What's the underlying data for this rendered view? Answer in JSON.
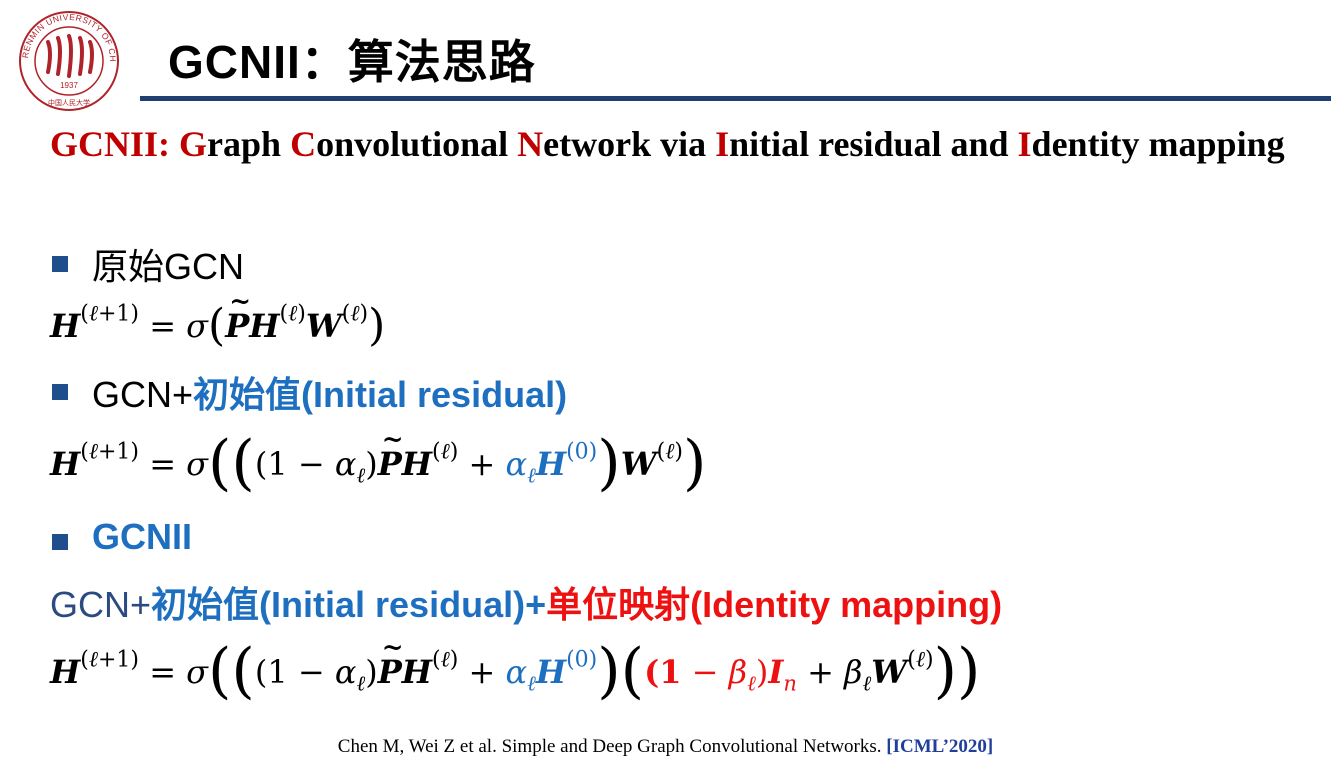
{
  "header": {
    "title": "GCNII：算法思路",
    "logo": {
      "icon": "university-seal-icon",
      "ring_text": "RENMIN UNIVERSITY OF CHINA",
      "year": "1937",
      "bottom_text": "中国人民大学",
      "color": "#b0232a"
    },
    "rule_color": "#1f3f73"
  },
  "subtitle": {
    "p1": "GCNII: ",
    "c1": "G",
    "t1": "raph ",
    "c2": "C",
    "t2": "onvolutional ",
    "c3": "N",
    "t3": "etwork via ",
    "c4": "I",
    "t4": "nitial residual and ",
    "c5": "I",
    "t5": "dentity mapping"
  },
  "bullets": [
    {
      "text": "原始GCN"
    },
    {
      "prefix": "GCN+",
      "highlight": "初始值(Initial residual)"
    },
    {
      "highlight": "GCNII"
    }
  ],
  "gcnii_line": {
    "prefix": "GCN+",
    "blue": "初始值(Initial residual)",
    "plus": "+",
    "red": "单位映射(Identity mapping)"
  },
  "citation": {
    "text": "Chen M, Wei Z et al. Simple and Deep Graph Convolutional Networks. ",
    "venue": "[ICML’2020]"
  },
  "colors": {
    "accent_red": "#c00000",
    "accent_blue": "#1e6fbf",
    "formula_red": "#ee1111",
    "bullet": "#1f4e8c"
  }
}
